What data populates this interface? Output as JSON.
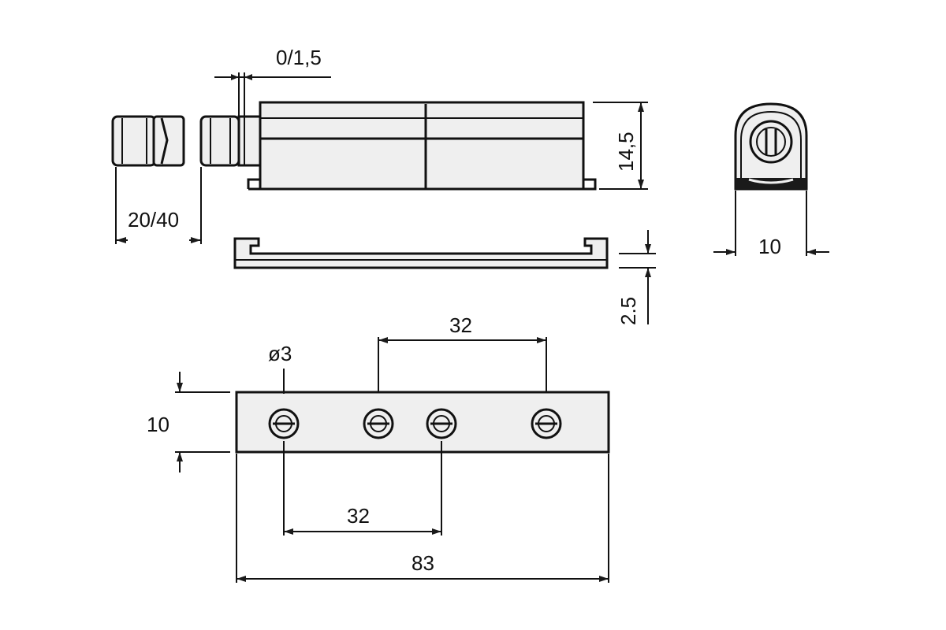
{
  "dimensions": {
    "gap": "0/1,5",
    "stroke": "20/40",
    "body_height": "14,5",
    "end_width": "10",
    "rail_thickness": "2.5",
    "hole_diameter": "ø3",
    "hole_spacing_top": "32",
    "plate_width": "10",
    "hole_spacing_bottom": "32",
    "plate_length": "83"
  }
}
